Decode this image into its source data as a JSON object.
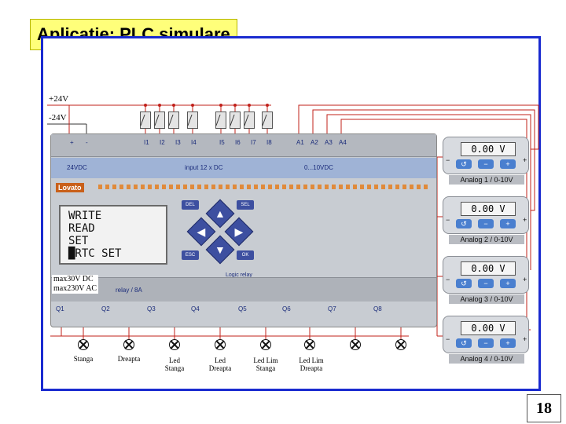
{
  "slide": {
    "title": "Aplicaţie: PLC simulare",
    "page_number": "18"
  },
  "supply": {
    "plus": "+24V",
    "minus": "-24V"
  },
  "plc": {
    "brand": "Lovato",
    "power_label": "24VDC",
    "input_label": "input 12 x DC",
    "analog_label": "0...10VDC",
    "logic_relay_label": "Logic relay",
    "relay_label": "relay / 8A",
    "terminals_top": [
      "+",
      "-"
    ],
    "inputs": [
      "I1",
      "I2",
      "I3",
      "I4",
      "I5",
      "I6",
      "I7",
      "I8"
    ],
    "analog_inputs": [
      "A1",
      "A2",
      "A3",
      "A4"
    ],
    "outputs": [
      "Q1",
      "Q2",
      "Q3",
      "Q4",
      "Q5",
      "Q6",
      "Q7",
      "Q8"
    ],
    "keys": {
      "del": "DEL",
      "sel": "SEL",
      "esc": "ESC",
      "ok": "OK"
    },
    "lcd_lines": [
      "WRITE",
      "READ",
      "SET",
      "█RTC SET"
    ]
  },
  "max_text": [
    "max30V DC",
    "max230V AC"
  ],
  "output_labels": [
    [
      "Stanga"
    ],
    [
      "Dreapta"
    ],
    [
      "Led",
      "Stanga"
    ],
    [
      "Led",
      "Dreapta"
    ],
    [
      "Led Lim",
      "Stanga"
    ],
    [
      "Led Lim",
      "Dreapta"
    ],
    [
      ""
    ],
    [
      ""
    ]
  ],
  "analog_modules": [
    {
      "display": "0.00 V",
      "label": "Analog 1 / 0-10V"
    },
    {
      "display": "0.00 V",
      "label": "Analog 2 / 0-10V"
    },
    {
      "display": "0.00 V",
      "label": "Analog 3 / 0-10V"
    },
    {
      "display": "0.00 V",
      "label": "Analog 4 / 0-10V"
    }
  ],
  "colors": {
    "frame": "#1a2bd0",
    "title_bg": "#ffff7a",
    "wire": "#c0201a",
    "key": "#3d4fa0"
  }
}
